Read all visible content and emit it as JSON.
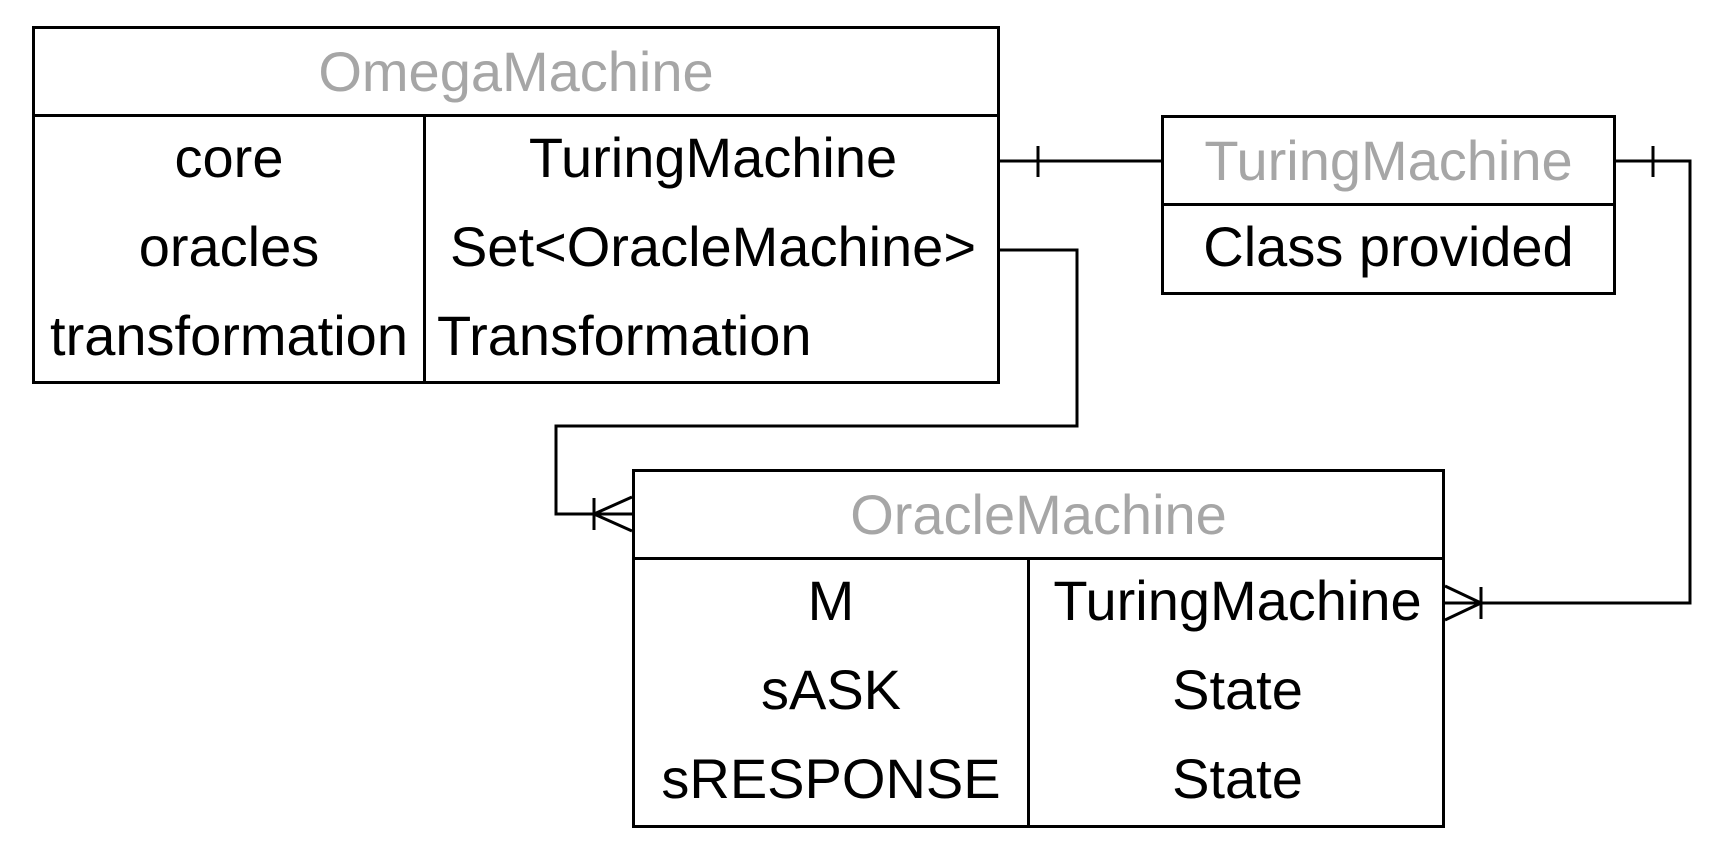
{
  "entities": {
    "omega": {
      "title": "OmegaMachine",
      "rows": [
        {
          "name": "core",
          "type": "TuringMachine"
        },
        {
          "name": "oracles",
          "type": "Set<OracleMachine>"
        },
        {
          "name": "transformation",
          "type": "Transformation"
        }
      ]
    },
    "turing": {
      "title": "TuringMachine",
      "body": "Class provided"
    },
    "oracle": {
      "title": "OracleMachine",
      "rows": [
        {
          "name": "M",
          "type": "TuringMachine"
        },
        {
          "name": "sASK",
          "type": "State"
        },
        {
          "name": "sRESPONSE",
          "type": "State"
        }
      ]
    }
  },
  "relationships": [
    {
      "from": "omega.core",
      "to": "turing",
      "from_cardinality": "one",
      "to_cardinality": "none"
    },
    {
      "from": "omega.oracles",
      "to": "oracle",
      "from_cardinality": "none",
      "to_cardinality": "one-or-many"
    },
    {
      "from": "turing",
      "to": "oracle.M",
      "from_cardinality": "one",
      "to_cardinality": "one-or-many"
    }
  ],
  "colors": {
    "title": "#a6a6a6",
    "text": "#000000",
    "line": "#000000"
  }
}
